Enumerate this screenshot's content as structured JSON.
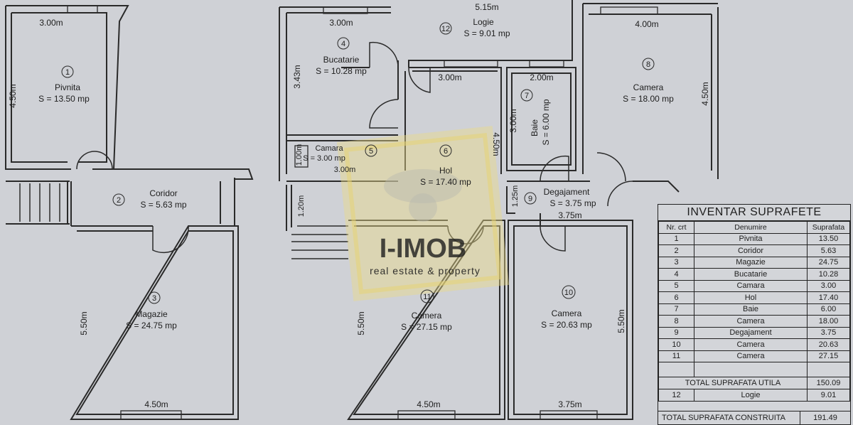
{
  "rooms": [
    {
      "id": "1",
      "name": "Pivnita",
      "area": "S = 13.50 mp"
    },
    {
      "id": "2",
      "name": "Coridor",
      "area": "S = 5.63 mp"
    },
    {
      "id": "3",
      "name": "Magazie",
      "area": "S = 24.75 mp"
    },
    {
      "id": "4",
      "name": "Bucatarie",
      "area": "S = 10.28 mp"
    },
    {
      "id": "5",
      "name": "Camara",
      "area": "S = 3.00 mp"
    },
    {
      "id": "6",
      "name": "Hol",
      "area": "S = 17.40 mp"
    },
    {
      "id": "7",
      "name": "Baie",
      "area": "S = 6.00 mp"
    },
    {
      "id": "8",
      "name": "Camera",
      "area": "S = 18.00 mp"
    },
    {
      "id": "9",
      "name": "Degajament",
      "area": "S = 3.75 mp"
    },
    {
      "id": "10",
      "name": "Camera",
      "area": "S = 20.63 mp"
    },
    {
      "id": "11",
      "name": "Camera",
      "area": "S = 27.15 mp"
    },
    {
      "id": "12",
      "name": "Logie",
      "area": "S = 9.01 mp"
    }
  ],
  "dimensions": {
    "pivnita_w": "3.00m",
    "pivnita_h": "4.50m",
    "magazie_w": "4.50m",
    "magazie_h": "5.50m",
    "bucatarie_w": "3.00m",
    "bucatarie_h": "3.43m",
    "camara_h": "1.00m",
    "camara_w": "3.00m",
    "logie_w": "5.15m",
    "hol_w": "3.00m",
    "hol_h": "4.50m",
    "baie_w": "2.00m",
    "baie_h": "3.00m",
    "camera8_w": "4.00m",
    "camera8_h": "4.50m",
    "degajament_w": "3.75m",
    "degajament_h": "1.25m",
    "entry_h": "1.20m",
    "camera11_w": "4.50m",
    "camera11_h": "5.50m",
    "camera10_w": "3.75m",
    "camera10_h": "5.50m"
  },
  "watermark": {
    "brand": "I-IMOB",
    "tagline": "real estate & property"
  },
  "inventory": {
    "title": "INVENTAR SUPRAFETE",
    "headers": [
      "Nr. crt",
      "Denumire",
      "Suprafata"
    ],
    "rows": [
      [
        "1",
        "Pivnita",
        "13.50"
      ],
      [
        "2",
        "Coridor",
        "5.63"
      ],
      [
        "3",
        "Magazie",
        "24.75"
      ],
      [
        "4",
        "Bucatarie",
        "10.28"
      ],
      [
        "5",
        "Camara",
        "3.00"
      ],
      [
        "6",
        "Hol",
        "17.40"
      ],
      [
        "7",
        "Baie",
        "6.00"
      ],
      [
        "8",
        "Camera",
        "18.00"
      ],
      [
        "9",
        "Degajament",
        "3.75"
      ],
      [
        "10",
        "Camera",
        "20.63"
      ],
      [
        "11",
        "Camera",
        "27.15"
      ]
    ],
    "total_util_label": "TOTAL SUPRAFATA UTILA",
    "total_util_value": "150.09",
    "logie_nr": "12",
    "logie_label": "Logie",
    "logie_value": "9.01",
    "total_constr_label": "TOTAL SUPRAFATA CONSTRUITA",
    "total_constr_value": "191.49"
  }
}
